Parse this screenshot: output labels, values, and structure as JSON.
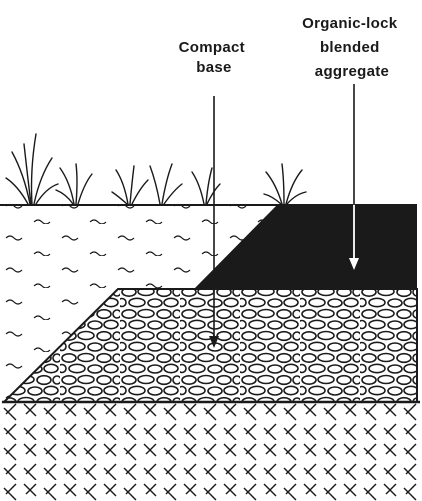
{
  "labels": {
    "compact_base": [
      "Compact",
      "base"
    ],
    "organic_lock": [
      "Organic-lock",
      "blended",
      "aggregate"
    ]
  },
  "colors": {
    "ink": "#1a1a1a",
    "paper": "#ffffff"
  }
}
